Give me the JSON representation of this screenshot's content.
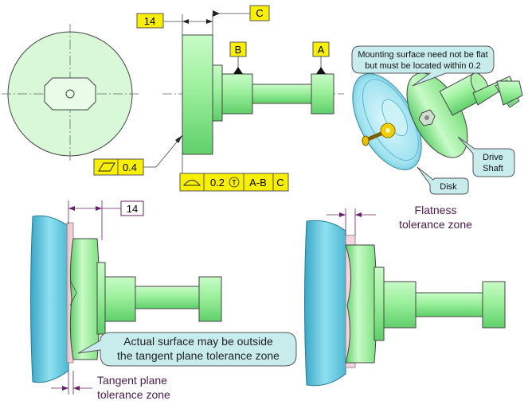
{
  "labels": {
    "dim_14_top": "14",
    "datum_c": "C",
    "datum_b": "B",
    "datum_a": "A",
    "flatness_value": "0.4",
    "profile_value": "0.2",
    "tangent_symbol": "T",
    "datum_ref_ab": "A-B",
    "datum_ref_c": "C",
    "dim_14_bottom": "14"
  },
  "callouts": {
    "mounting_line1": "Mounting surface need not be flat",
    "mounting_line2": "but must be located within 0.2",
    "drive_shaft_line1": "Drive",
    "drive_shaft_line2": "Shaft",
    "disk": "Disk",
    "actual_line1": "Actual surface may be outside",
    "actual_line2": "the tangent plane tolerance zone",
    "tangent_line1": "Tangent plane",
    "tangent_line2": "tolerance zone",
    "flatness_line1": "Flatness",
    "flatness_line2": "tolerance zone"
  },
  "colors": {
    "part_green": "#9cf09c",
    "disk_blue": "#7fd8e8",
    "label_yellow": "#f8f000",
    "callout_fill": "#c8ecec",
    "purple": "#6a1f6a"
  }
}
